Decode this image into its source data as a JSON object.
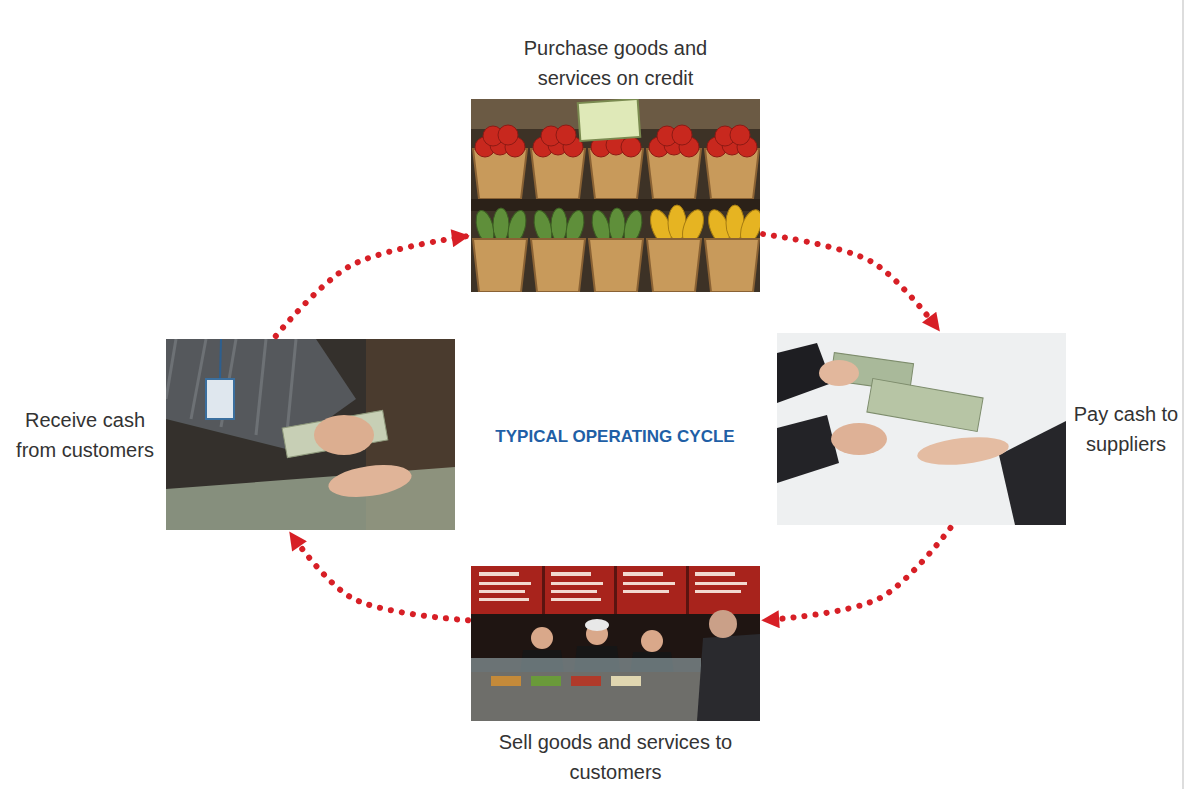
{
  "diagram": {
    "nodes": [
      {
        "text": [
          "Purchase goods and services on credit"
        ]
      },
      {
        "text": [
          "Pay cash to suppliers"
        ]
      },
      {
        "text": [
          "Sell goods and services to customers"
        ]
      },
      {
        "text": [
          "Receive cash from customers"
        ]
      }
    ],
    "edges": [
      {
        "from": 0,
        "to": 1,
        "arrow": "to"
      },
      {
        "from": 1,
        "to": 2,
        "arrow": "to"
      },
      {
        "from": 2,
        "to": 3,
        "arrow": "to"
      },
      {
        "from": 3,
        "to": 0,
        "arrow": "to"
      }
    ],
    "labels": [
      "TYPICAL OPERATING CYCLE"
    ]
  }
}
